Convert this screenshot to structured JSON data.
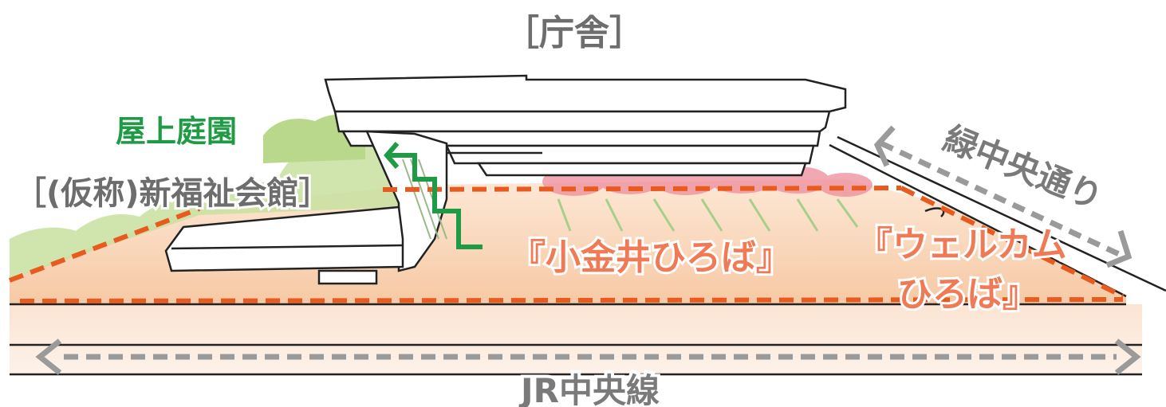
{
  "labels": {
    "building": "［庁舎］",
    "rooftop_garden": "屋上庭園",
    "welfare_hall": "［(仮称)新福祉会館］",
    "midori_street": "緑中央通り",
    "koganei_plaza": "『小金井ひろば』",
    "welcome_plaza_line1": "『ウェルカム",
    "welcome_plaza_line2": "ひろば』",
    "jr_line": "JR中央線"
  },
  "colors": {
    "plaza_orange": "#e85a1e",
    "plaza_fill": "#f9d6b8",
    "rooftop_green": "#1f9a45",
    "greenery": "#b9d88c",
    "blossom": "#e87c8c",
    "arrow_gray": "#9a9a9a",
    "label_gray": "#6d6d6d",
    "line_black": "#1a1a1a"
  }
}
